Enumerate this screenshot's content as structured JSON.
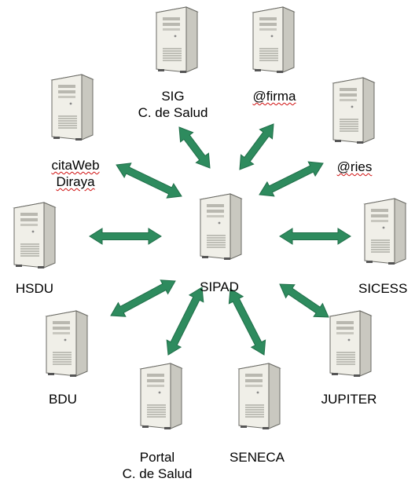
{
  "center": {
    "label": "SIPAD"
  },
  "nodes": [
    {
      "id": "sig",
      "lines": [
        "SIG",
        "C. de Salud"
      ],
      "spell": [
        false,
        false
      ]
    },
    {
      "id": "firma",
      "lines": [
        "@firma"
      ],
      "spell": [
        true
      ]
    },
    {
      "id": "ries",
      "lines": [
        "@ries"
      ],
      "spell": [
        true
      ]
    },
    {
      "id": "sicess",
      "lines": [
        "SICESS"
      ],
      "spell": [
        false
      ]
    },
    {
      "id": "jupiter",
      "lines": [
        "JUPITER"
      ],
      "spell": [
        false
      ]
    },
    {
      "id": "seneca",
      "lines": [
        "SENECA"
      ],
      "spell": [
        false
      ]
    },
    {
      "id": "portal",
      "lines": [
        "Portal",
        "C. de Salud"
      ],
      "spell": [
        false,
        false
      ]
    },
    {
      "id": "bdu",
      "lines": [
        "BDU"
      ],
      "spell": [
        false
      ]
    },
    {
      "id": "hsdu",
      "lines": [
        "HSDU"
      ],
      "spell": [
        false
      ]
    },
    {
      "id": "citaweb",
      "lines": [
        "citaWeb",
        "Diraya"
      ],
      "spell": [
        true,
        true
      ]
    }
  ],
  "colors": {
    "arrow": "#2e8b5e",
    "arrow_edge": "#1f6e48",
    "server_body": "#f0efe8",
    "server_side": "#c9c8c0",
    "server_outline": "#6a6a64",
    "spell_underline": "#d01010"
  }
}
